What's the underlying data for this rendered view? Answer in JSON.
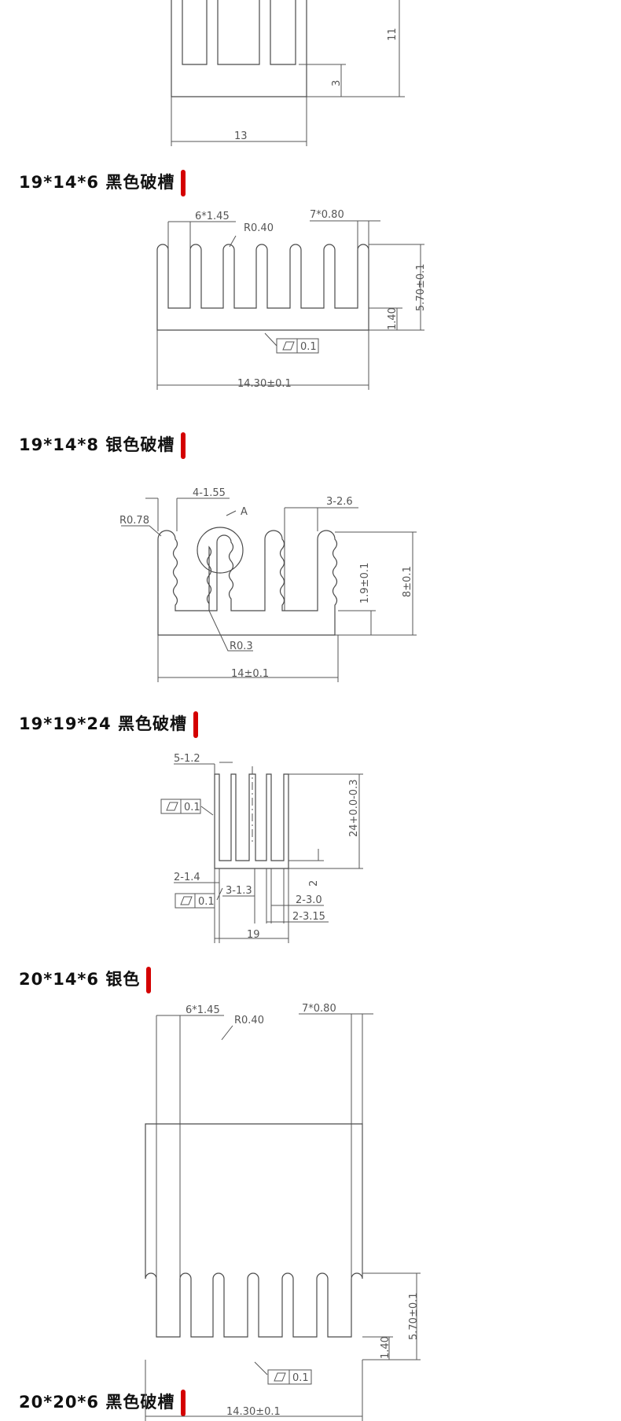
{
  "accent_color": "#d40000",
  "sections": [
    {
      "id": "top",
      "dims": {
        "w": "13",
        "h": "11",
        "base": "3"
      }
    },
    {
      "id": "s1",
      "title": "19*14*6 黑色破槽",
      "dims": {
        "fin": "6*1.45",
        "gap": "7*0.80",
        "radius": "R0.40",
        "height": "5.70±0.1",
        "base": "1.40",
        "flat": "0.1",
        "width": "14.30±0.1"
      }
    },
    {
      "id": "s2",
      "title": "19*14*8 银色破槽",
      "dims": {
        "fin": "4-1.55",
        "gap": "3-2.6",
        "radius_top": "R0.78",
        "detail": "A",
        "height_inner": "1.9±0.1",
        "height": "8±0.1",
        "radius_bottom": "R0.3",
        "width": "14±0.1"
      }
    },
    {
      "id": "s3",
      "title": "19*19*24 黑色破槽",
      "dims": {
        "fin": "5-1.2",
        "flat1": "0.1",
        "height": "24+0.0-0.3",
        "base": "2",
        "outer_fin": "2-1.4",
        "flat2": "0.1",
        "mid_fin": "3-1.3",
        "gap1": "2-3.0",
        "gap2": "2-3.15",
        "width": "19"
      }
    },
    {
      "id": "s4",
      "title": "20*14*6 银色",
      "dims": {
        "fin": "6*1.45",
        "gap": "7*0.80",
        "radius": "R0.40",
        "height": "5.70±0.1",
        "base": "1.40",
        "flat": "0.1",
        "width": "14.30±0.1"
      }
    },
    {
      "id": "s5",
      "title": "20*20*6 黑色破槽"
    }
  ]
}
